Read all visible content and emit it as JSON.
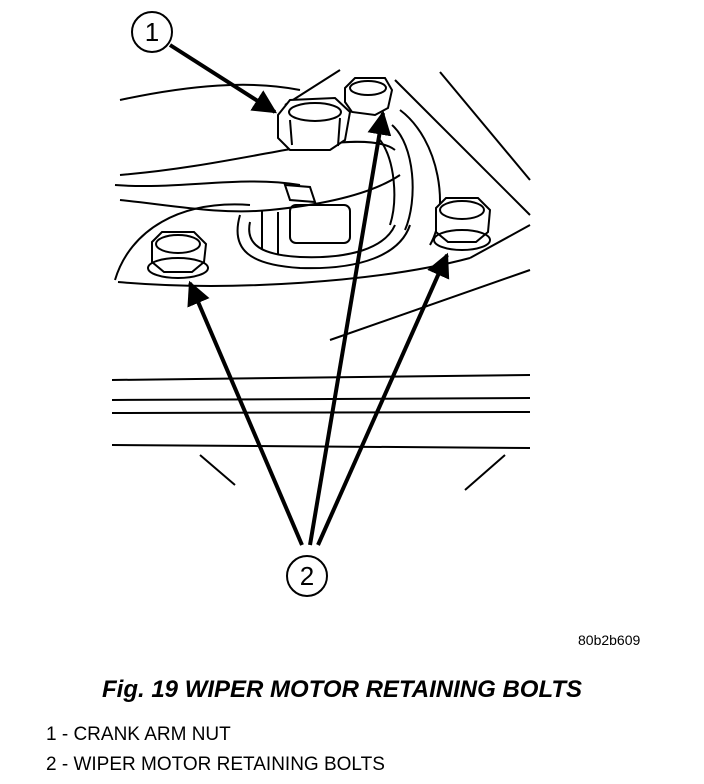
{
  "callouts": {
    "one": "1",
    "two": "2"
  },
  "figure_code": "80b2b609",
  "caption": "Fig. 19 WIPER MOTOR RETAINING BOLTS",
  "legend": [
    "1 - CRANK ARM NUT",
    "2 - WIPER MOTOR RETAINING BOLTS"
  ]
}
